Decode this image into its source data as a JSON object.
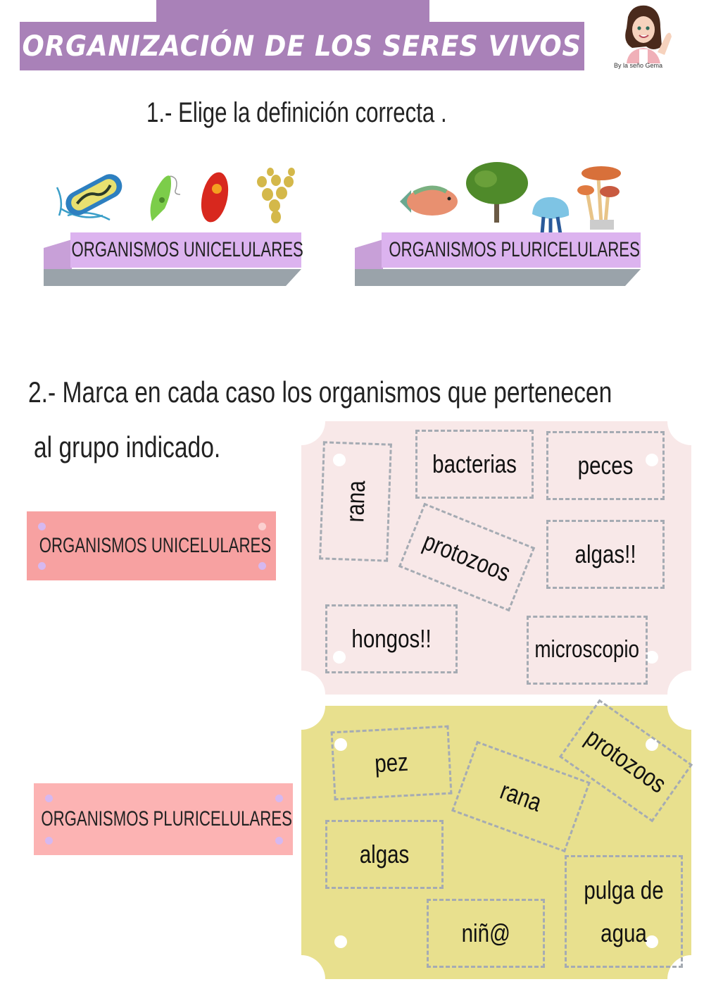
{
  "header": {
    "title": "ORGANIZACIÓN DE LOS SERES VIVOS",
    "byline": "By la seño Gema",
    "colors": {
      "title_bg": "#a981b8",
      "title_text": "#ffffff"
    }
  },
  "question1": {
    "prompt": "1.- Elige la definición correcta .",
    "options": [
      {
        "label": "ORGANISMOS UNICELULARES",
        "images": [
          "bacteria-image",
          "euglena-image",
          "paramecium-image",
          "yeast-image"
        ]
      },
      {
        "label": "ORGANISMOS PLURICELULARES",
        "images": [
          "fish-image",
          "tree-image",
          "jellyfish-image",
          "mushrooms-image"
        ]
      }
    ],
    "colors": {
      "bar_face": "#dcb3ef",
      "bar_shadow": "#9aa3aa"
    }
  },
  "question2": {
    "prompt_line1": "2.- Marca en cada caso los organismos que pertenecen",
    "prompt_line2": "al grupo indicado.",
    "groups": [
      {
        "label": "ORGANISMOS UNICELULARES",
        "panel_color": "#f8e8e8",
        "cards": [
          "rana",
          "bacterias",
          "peces",
          "protozoos",
          "algas!!",
          "hongos!!",
          "microscopio"
        ]
      },
      {
        "label": "ORGANISMOS PLURICELULARES",
        "panel_color": "#e8e08e",
        "cards": [
          "pez",
          "rana",
          "protozoos",
          "algas",
          "niñ@",
          "pulga de agua"
        ]
      }
    ],
    "colors": {
      "label_bg_1": "#f7a1a1",
      "label_bg_2": "#fcb3b3",
      "dot": "#d6b8f0"
    }
  }
}
